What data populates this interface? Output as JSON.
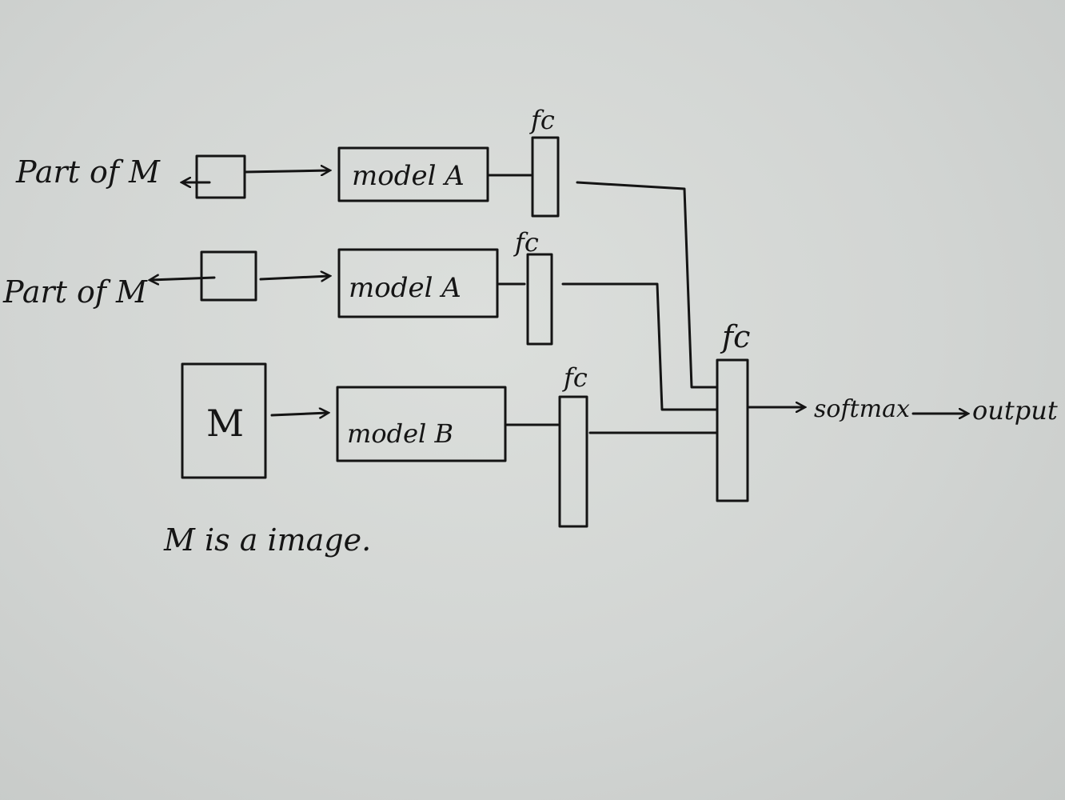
{
  "diagram": {
    "inputs": [
      {
        "label": "Part of M"
      },
      {
        "label": "Part of M"
      },
      {
        "label": "M"
      }
    ],
    "models": [
      {
        "label": "model A"
      },
      {
        "label": "model A"
      },
      {
        "label": "model B"
      }
    ],
    "fc_label": "fc",
    "softmax_label": "softmax",
    "output_label": "output",
    "note": "M is a image."
  },
  "colors": {
    "ink": "#141414",
    "paper": "#d6d9d7"
  }
}
